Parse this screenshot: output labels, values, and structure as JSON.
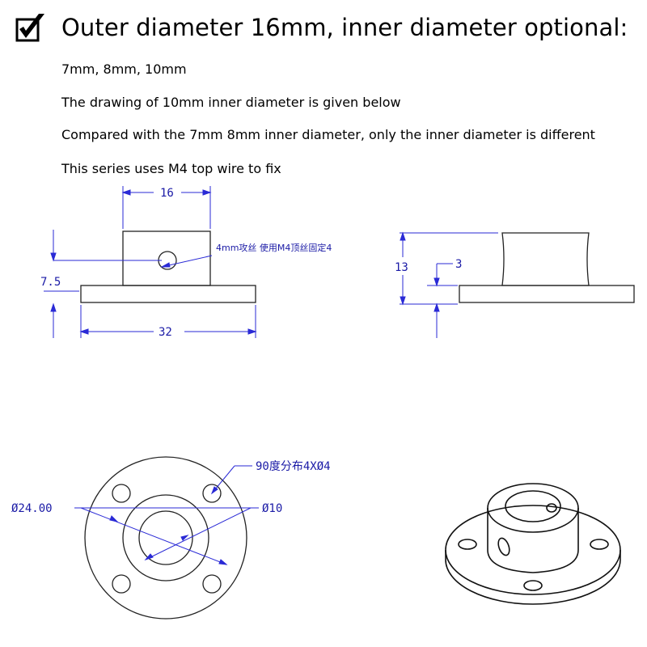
{
  "header": {
    "title": "Outer diameter 16mm, inner diameter optional:"
  },
  "lines": [
    "7mm, 8mm, 10mm",
    "The drawing of 10mm inner diameter is given below",
    "Compared with the 7mm 8mm inner diameter, only the inner diameter is different",
    "This series uses M4 top wire to fix"
  ],
  "drawing": {
    "front": {
      "width_top": "16",
      "width_base": "32",
      "height": "7.5",
      "hole_note": "4mm攻丝  使用M4顶丝固定4"
    },
    "side": {
      "height": "13",
      "flange": "3"
    },
    "top": {
      "outer_dia": "Ø24.00",
      "inner_dia": "Ø10",
      "holes_note": "90度分布4XØ4"
    }
  },
  "colors": {
    "dimension": "#2a2ad6",
    "part_line": "#222222"
  }
}
